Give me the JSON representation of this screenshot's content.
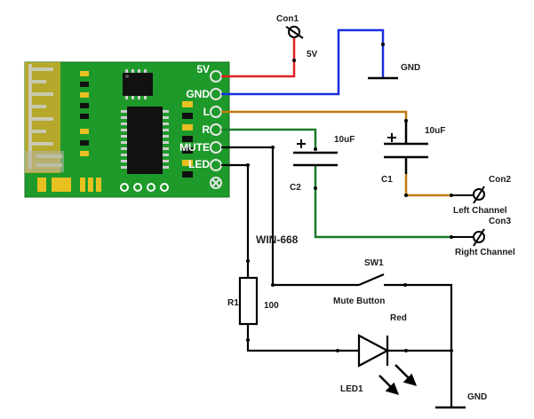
{
  "module": {
    "name": "WIN-668",
    "pins": [
      "5V",
      "GND",
      "L",
      "R",
      "MUTE",
      "LED"
    ],
    "board_color": "#1e9a2a"
  },
  "connectors": {
    "con1": {
      "ref": "Con1",
      "value": "5V"
    },
    "con2": {
      "ref": "Con2",
      "value": "Left Channel"
    },
    "con3": {
      "ref": "Con3",
      "value": "Right Channel"
    }
  },
  "capacitors": {
    "c1": {
      "ref": "C1",
      "value": "10uF"
    },
    "c2": {
      "ref": "C2",
      "value": "10uF"
    }
  },
  "switch": {
    "ref": "SW1",
    "value": "Mute Button"
  },
  "resistor": {
    "ref": "R1",
    "value": "100"
  },
  "led": {
    "ref": "LED1",
    "value": "Red"
  },
  "grounds": {
    "top": "GND",
    "bottom": "GND"
  },
  "wire_colors": {
    "vcc": "#e02020",
    "gnd": "#1a2ee0",
    "left": "#c07a10",
    "right": "#1a7a2a",
    "signal": "#000000"
  }
}
